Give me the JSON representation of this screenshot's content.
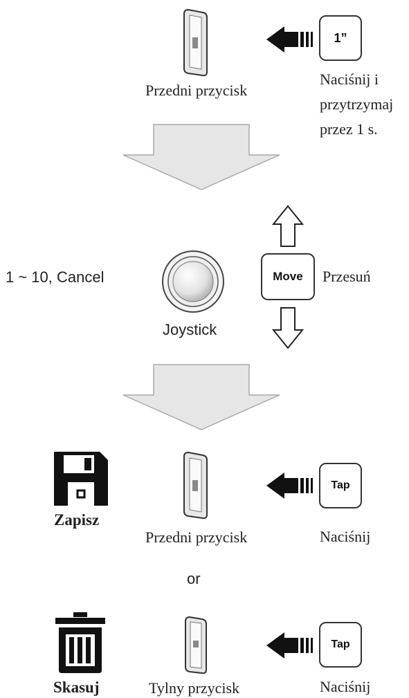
{
  "step1": {
    "device_label": "Przedni przycisk",
    "press_box": "1”",
    "press_lines": [
      "Naciśnij i",
      "przytrzymaj",
      "przez 1 s."
    ]
  },
  "step2": {
    "range_text": "1 ~ 10, Cancel",
    "joystick_label": "Joystick",
    "move_box": "Move",
    "move_label": "Przesuń"
  },
  "step3": {
    "save": {
      "icon": "floppy-disk-icon",
      "label": "Zapisz"
    },
    "front_label": "Przedni przycisk",
    "tap_box": "Tap",
    "tap_label": "Naciśnij"
  },
  "or_text": "or",
  "step4": {
    "delete": {
      "icon": "trash-can-icon",
      "label": "Skasuj"
    },
    "rear_label": "Tylny przycisk",
    "tap_box": "Tap",
    "tap_label": "Naciśnij"
  },
  "colors": {
    "arrow_fill": "#e6e6e6",
    "dark": "#111111",
    "line": "#333333"
  }
}
